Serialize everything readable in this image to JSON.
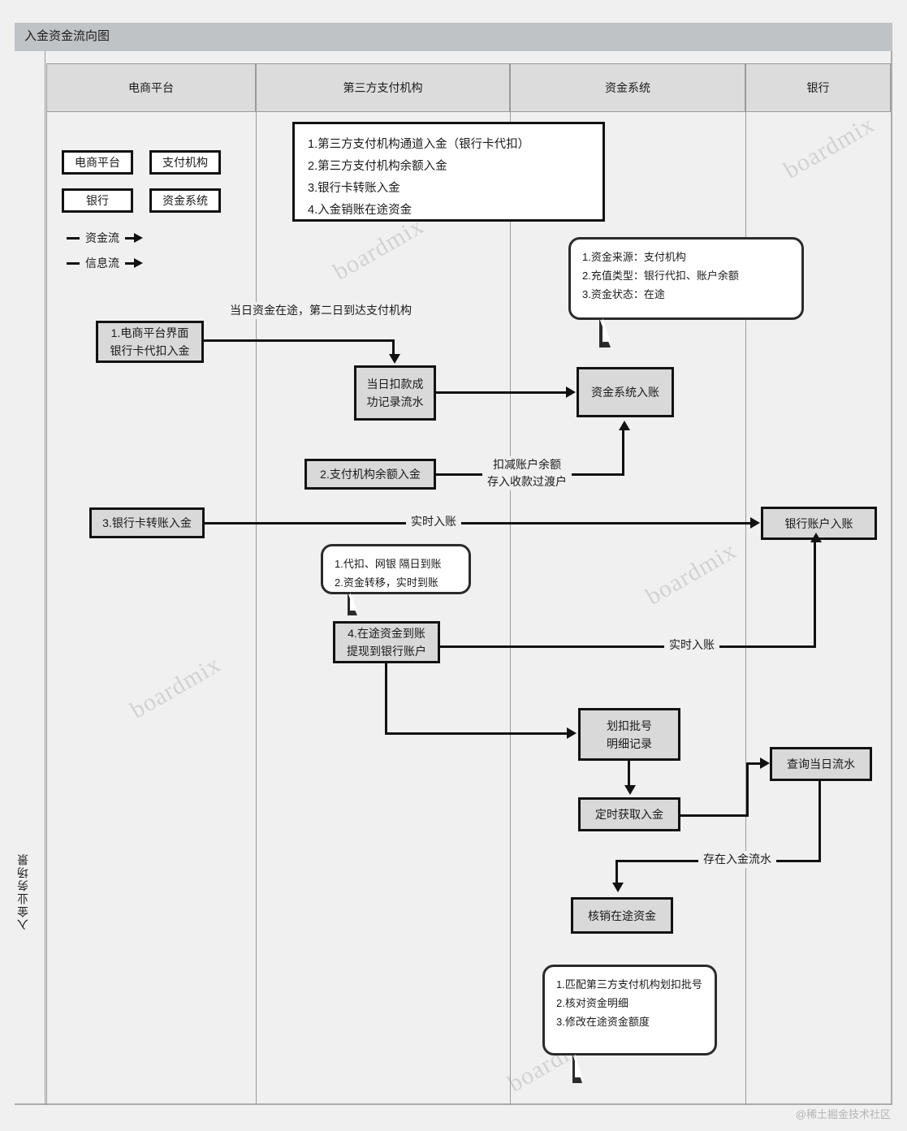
{
  "title": "入金资金流向图",
  "scenario_label": "入金业务场景",
  "credit": "@稀土掘金技术社区",
  "watermark_text": "boardmix",
  "lanes": [
    {
      "label": "电商平台"
    },
    {
      "label": "第三方支付机构"
    },
    {
      "label": "资金系统"
    },
    {
      "label": "银行"
    }
  ],
  "legend": {
    "chips": [
      "电商平台",
      "支付机构",
      "银行",
      "资金系统"
    ],
    "flows": [
      {
        "label": "资金流"
      },
      {
        "label": "信息流"
      }
    ]
  },
  "list_box": {
    "items": [
      "1.第三方支付机构通道入金（银行卡代扣）",
      "2.第三方支付机构余额入金",
      "3.银行卡转账入金",
      "4.入金销账在途资金"
    ]
  },
  "callouts": {
    "fund_source": [
      "1.资金来源：支付机构",
      "2.充值类型：银行代扣、账户余额",
      "3.资金状态：在途"
    ],
    "arrival_rules": [
      "1.代扣、网银 隔日到账",
      "2.资金转移，实时到账"
    ],
    "writeoff_rules": [
      "1.匹配第三方支付机构划扣批号",
      "2.核对资金明细",
      "3.修改在途资金额度"
    ]
  },
  "nodes": {
    "ecom_bankcard": "1.电商平台界面\n银行卡代扣入金",
    "same_day_record": "当日扣款成\n功记录流水",
    "fund_sys_entry": "资金系统入账",
    "psp_balance": "2.支付机构余额入金",
    "bankcard_transfer": "3.银行卡转账入金",
    "bank_account_entry": "银行账户入账",
    "intransit_withdraw": "4.在途资金到账\n提现到银行账户",
    "batch_detail": "划扣批号\n明细记录",
    "scheduled_fetch": "定时获取入金",
    "query_daily": "查询当日流水",
    "writeoff_intransit": "核销在途资金"
  },
  "edge_labels": {
    "same_day_intransit": "当日资金在途，第二日到达支付机构",
    "deduct_balance": "扣减账户余额\n存入收款过渡户",
    "realtime_entry_1": "实时入账",
    "realtime_entry_2": "实时入账",
    "has_inflow_record": "存在入金流水"
  }
}
